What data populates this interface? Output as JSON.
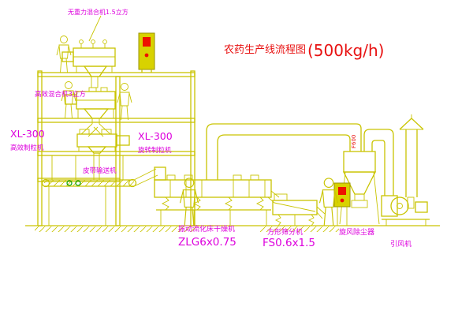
{
  "title": {
    "name": "农药生产线流程图",
    "capacity": "(500kg/h)"
  },
  "labels": {
    "top_mixer": "无重力混合机1.5立方",
    "mixer2": "高效混合机3立方",
    "granulator_left_model": "XL-300",
    "granulator_left_name": "高效制粒机",
    "granulator_right_model": "XL-300",
    "granulator_right_name": "旋转制粒机",
    "belt_conveyor": "皮带输送机",
    "dryer_name": "振动流化床干燥机",
    "dryer_model": "ZLG6x0.75",
    "sieve_name": "方形筛分机",
    "sieve_model": "FS0.6x1.5",
    "cyclone_name": "旋风除尘器",
    "cyclone_size": "F600",
    "fan_name": "引风机"
  },
  "colors": {
    "line_yellow": "#c9c400",
    "label_magenta": "#dd00dd",
    "title_red": "#e81111",
    "indicator_red": "#ee1100",
    "accent_green": "#00a000",
    "background": "#ffffff"
  }
}
